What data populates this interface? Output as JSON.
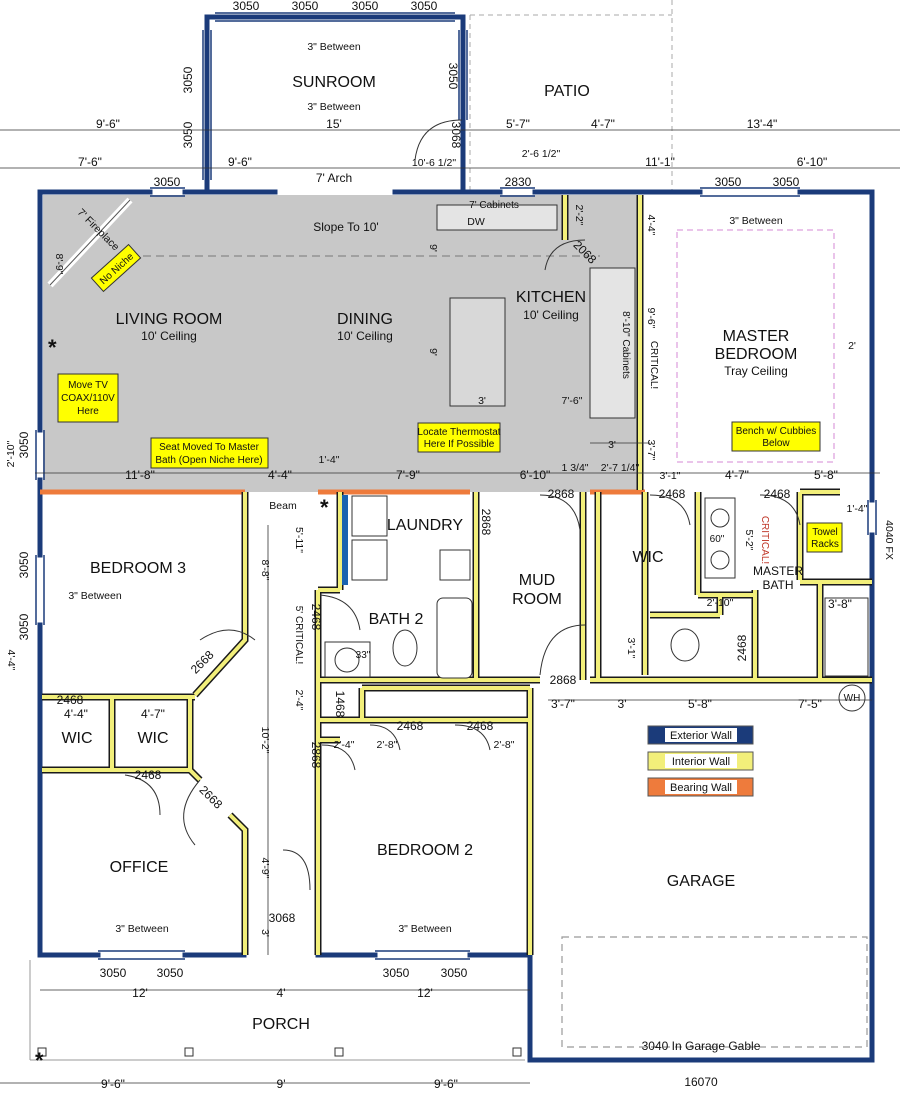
{
  "colors": {
    "exterior_wall": "#1b3b7a",
    "interior_wall": "#f2ef7a",
    "bearing_wall": "#ee7b3c",
    "shaded_area": "#c8c8c8",
    "note_fill": "#ffff00"
  },
  "legend": [
    {
      "label": "Exterior Wall",
      "color": "#1b3b7a"
    },
    {
      "label": "Interior Wall",
      "color": "#f2ef7a"
    },
    {
      "label": "Bearing Wall",
      "color": "#ee7b3c"
    }
  ],
  "rooms": {
    "sunroom": "SUNROOM",
    "patio": "PATIO",
    "living_room": "LIVING ROOM",
    "living_ceiling": "10' Ceiling",
    "dining": "DINING",
    "dining_ceiling": "10' Ceiling",
    "kitchen": "KITCHEN",
    "kitchen_ceiling": "10' Ceiling",
    "master_bedroom_1": "MASTER",
    "master_bedroom_2": "BEDROOM",
    "master_ceiling": "Tray Ceiling",
    "bedroom3": "BEDROOM 3",
    "laundry": "LAUNDRY",
    "mud_room_1": "MUD",
    "mud_room_2": "ROOM",
    "wic_master": "WIC",
    "master_bath_1": "MASTER",
    "master_bath_2": "BATH",
    "bath2": "BATH 2",
    "wic_left": "WIC",
    "wic_right": "WIC",
    "office": "OFFICE",
    "bedroom2": "BEDROOM 2",
    "garage": "GARAGE",
    "porch": "PORCH"
  },
  "notes": {
    "no_niche": "No Niche",
    "move_tv_1": "Move TV",
    "move_tv_2": "COAX/110V",
    "move_tv_3": "Here",
    "seat_moved_1": "Seat Moved To Master",
    "seat_moved_2": "Bath (Open Niche Here)",
    "thermostat_1": "Locate Thermostat",
    "thermostat_2": "Here If Possible",
    "bench_1": "Bench w/ Cubbies",
    "bench_2": "Below",
    "towel_1": "Towel",
    "towel_2": "Racks"
  },
  "labels": {
    "slope": "Slope To 10'",
    "arch": "7' Arch",
    "fireplace": "7' Fireplace",
    "beam": "Beam",
    "dw": "DW",
    "cabinets_7": "7' Cabinets",
    "cabinets_810": "8'-10\" Cabinets",
    "critical": "CRITICAL!",
    "critical_red": "CRITICAL!",
    "critical_5": "5' CRITICAL!",
    "wh": "WH",
    "sink_33": "33\"",
    "shower_60": "60\"",
    "garage_gable": "3040 In Garage Gable",
    "window_16070": "16070",
    "window_4040fx": "4040 FX",
    "three_between": "3\" Between",
    "asterisk": "*"
  },
  "windows": {
    "w3050": "3050",
    "w2830": "2830",
    "w3068": "3068",
    "d2068": "2068",
    "d2468": "2468",
    "d2868": "2868",
    "d1468": "1468",
    "d2668": "2668"
  },
  "dims": {
    "d_9_6": "9'-6\"",
    "d_15": "15'",
    "d_5_7": "5'-7\"",
    "d_4_7": "4'-7\"",
    "d_13_4": "13'-4\"",
    "d_7_6": "7'-6\"",
    "d_9_6b": "9'-6\"",
    "d_10_6h": "10'-6 1/2\"",
    "d_2_6h": "2'-6 1/2\"",
    "d_11_1": "11'-1\"",
    "d_6_10": "6'-10\"",
    "d_2_2": "2'-2\"",
    "d_4_4": "4'-4\"",
    "d_8_9": "8'-9\"",
    "d_9a": "9'",
    "d_9b": "9'",
    "d_9_6c": "9'-6\"",
    "d_3a": "3'",
    "d_7_6b": "7'-6\"",
    "d_2": "2'",
    "d_3b": "3'",
    "d_3_7": "3'-7\"",
    "d_2_10": "2'-10\"",
    "d_11_8": "11'-8\"",
    "d_4_4b": "4'-4\"",
    "d_1_4": "1'-4\"",
    "d_7_9": "7'-9\"",
    "d_6_10b": "6'-10\"",
    "d_1_34": "1 3/4\"",
    "d_2_7": "2'-7 1/4\"",
    "d_3_1": "3'-1\"",
    "d_4_7b": "4'-7\"",
    "d_5_8": "5'-8\"",
    "d_1_4b": "1'-4\"",
    "d_5_11": "5'-11\"",
    "d_8_8": "8'-8\"",
    "d_5_2": "5'-2\"",
    "d_2_10b": "2'-10\"",
    "d_3_8": "3'-8\"",
    "d_3_1b": "3'-1\"",
    "d_2_4": "2'-4\"",
    "d_4_4c": "4'-4\"",
    "d_4_7c": "4'-7\"",
    "d_3_7b": "3'-7\"",
    "d_3c": "3'",
    "d_5_8b": "5'-8\"",
    "d_7_5": "7'-5\"",
    "d_2_4b": "2'-4\"",
    "d_2_8": "2'-8\"",
    "d_2_8b": "2'-8\"",
    "d_10_2": "10'-2\"",
    "d_4_9": "4'-9\"",
    "d_3d": "3'",
    "d_12": "12'",
    "d_4": "4'",
    "d_12b": "12'",
    "d_9_6d": "9'-6\"",
    "d_9c": "9'",
    "d_9_6e": "9'-6\"",
    "d_4_4d": "4'-4\""
  }
}
